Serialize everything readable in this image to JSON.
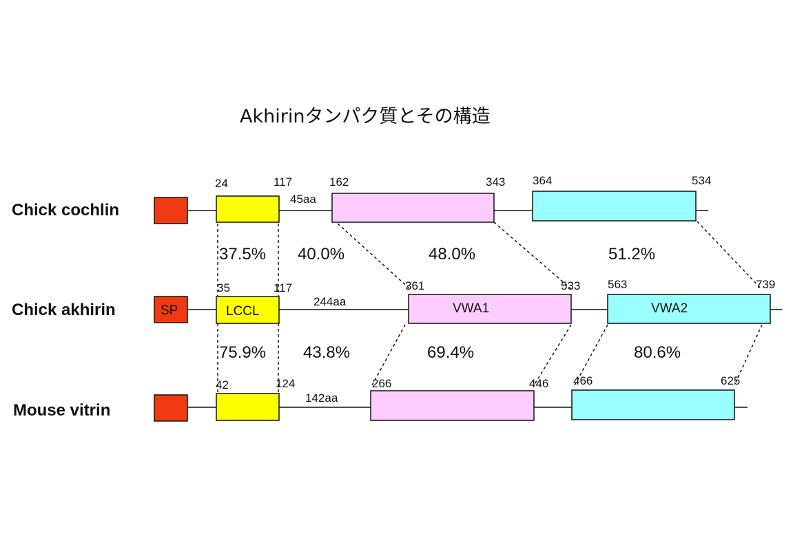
{
  "title": "Akhirinタンパク質とその構造",
  "colors": {
    "sp": "#f23a12",
    "lccl": "#ffff00",
    "vwa1": "#ffccff",
    "vwa2": "#99ffff"
  },
  "proteins": [
    {
      "name": "Chick cochlin",
      "positions": [
        "24",
        "117",
        "162",
        "343",
        "364",
        "534"
      ],
      "linker": "45aa",
      "sp_label": "",
      "lccl_label": "",
      "vwa1_label": "",
      "vwa2_label": ""
    },
    {
      "name": "Chick akhirin",
      "positions": [
        "35",
        "117",
        "361",
        "533",
        "563",
        "739"
      ],
      "linker": "244aa",
      "sp_label": "SP",
      "lccl_label": "LCCL",
      "vwa1_label": "VWA1",
      "vwa2_label": "VWA2"
    },
    {
      "name": "Mouse vitrin",
      "positions": [
        "42",
        "124",
        "266",
        "446",
        "466",
        "625"
      ],
      "linker": "142aa"
    }
  ],
  "identity": {
    "cochlin_akhirin": [
      "37.5%",
      "40.0%",
      "48.0%",
      "51.2%"
    ],
    "akhirin_vitrin": [
      "75.9%",
      "43.8%",
      "69.4%",
      "80.6%"
    ]
  }
}
